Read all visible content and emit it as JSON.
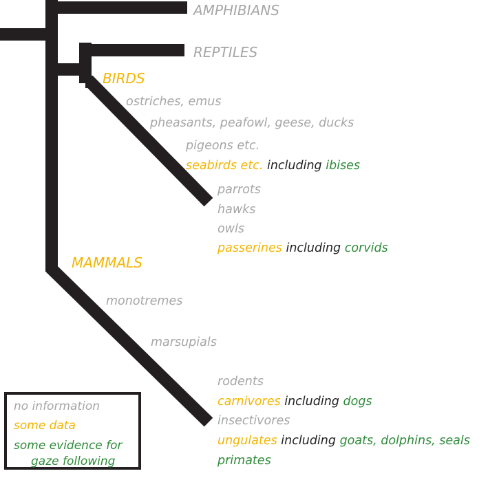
{
  "tree": {
    "top_groups": [
      {
        "key": "amphibians",
        "text": "AMPHIBIANS",
        "category": "no_information"
      },
      {
        "key": "reptiles",
        "text": "REPTILES",
        "category": "no_information"
      }
    ],
    "birds": {
      "label": "BIRDS",
      "label_category": "some_data",
      "members": [
        {
          "key": "ostriches",
          "text": "ostriches, emus",
          "category": "no_information"
        },
        {
          "key": "pheasants",
          "text": "pheasants,  peafowl, geese,  ducks",
          "category": "no_information"
        },
        {
          "key": "pigeons",
          "text": "pigeons etc.",
          "category": "no_information"
        },
        {
          "key": "seabirds",
          "text": "seabirds etc.",
          "category": "some_data",
          "including": "including",
          "subgroup": "ibises",
          "subgroup_category": "gaze_following"
        },
        {
          "key": "parrots",
          "text": "parrots",
          "category": "no_information"
        },
        {
          "key": "hawks",
          "text": "hawks",
          "category": "no_information"
        },
        {
          "key": "owls",
          "text": "owls",
          "category": "no_information"
        },
        {
          "key": "passerines",
          "text": "passerines",
          "category": "some_data",
          "including": "including",
          "subgroup": "corvids",
          "subgroup_category": "gaze_following"
        }
      ]
    },
    "mammals": {
      "label": "MAMMALS",
      "label_category": "some_data",
      "members": [
        {
          "key": "monotremes",
          "text": "monotremes",
          "category": "no_information"
        },
        {
          "key": "marsupials",
          "text": "marsupials",
          "category": "no_information"
        },
        {
          "key": "rodents",
          "text": "rodents",
          "category": "no_information"
        },
        {
          "key": "carnivores",
          "text": "carnivores",
          "category": "some_data",
          "including": "including",
          "subgroup": "dogs",
          "subgroup_category": "gaze_following"
        },
        {
          "key": "insectivores",
          "text": "insectivores",
          "category": "no_information"
        },
        {
          "key": "ungulates",
          "text": "ungulates",
          "category": "some_data",
          "including": "including",
          "subgroup": "goats, dolphins, seals",
          "subgroup_category": "gaze_following"
        },
        {
          "key": "primates",
          "text": "primates",
          "category": "gaze_following"
        }
      ]
    }
  },
  "legend": {
    "no_information": "no information",
    "some_data": "some data",
    "gaze_line1": "some evidence for",
    "gaze_line2": "gaze following"
  },
  "colors": {
    "no_information": "#a6a6a6",
    "some_data": "#f2b500",
    "gaze_following": "#2e8b3a",
    "branch": "#231f20",
    "including": "#222222"
  }
}
